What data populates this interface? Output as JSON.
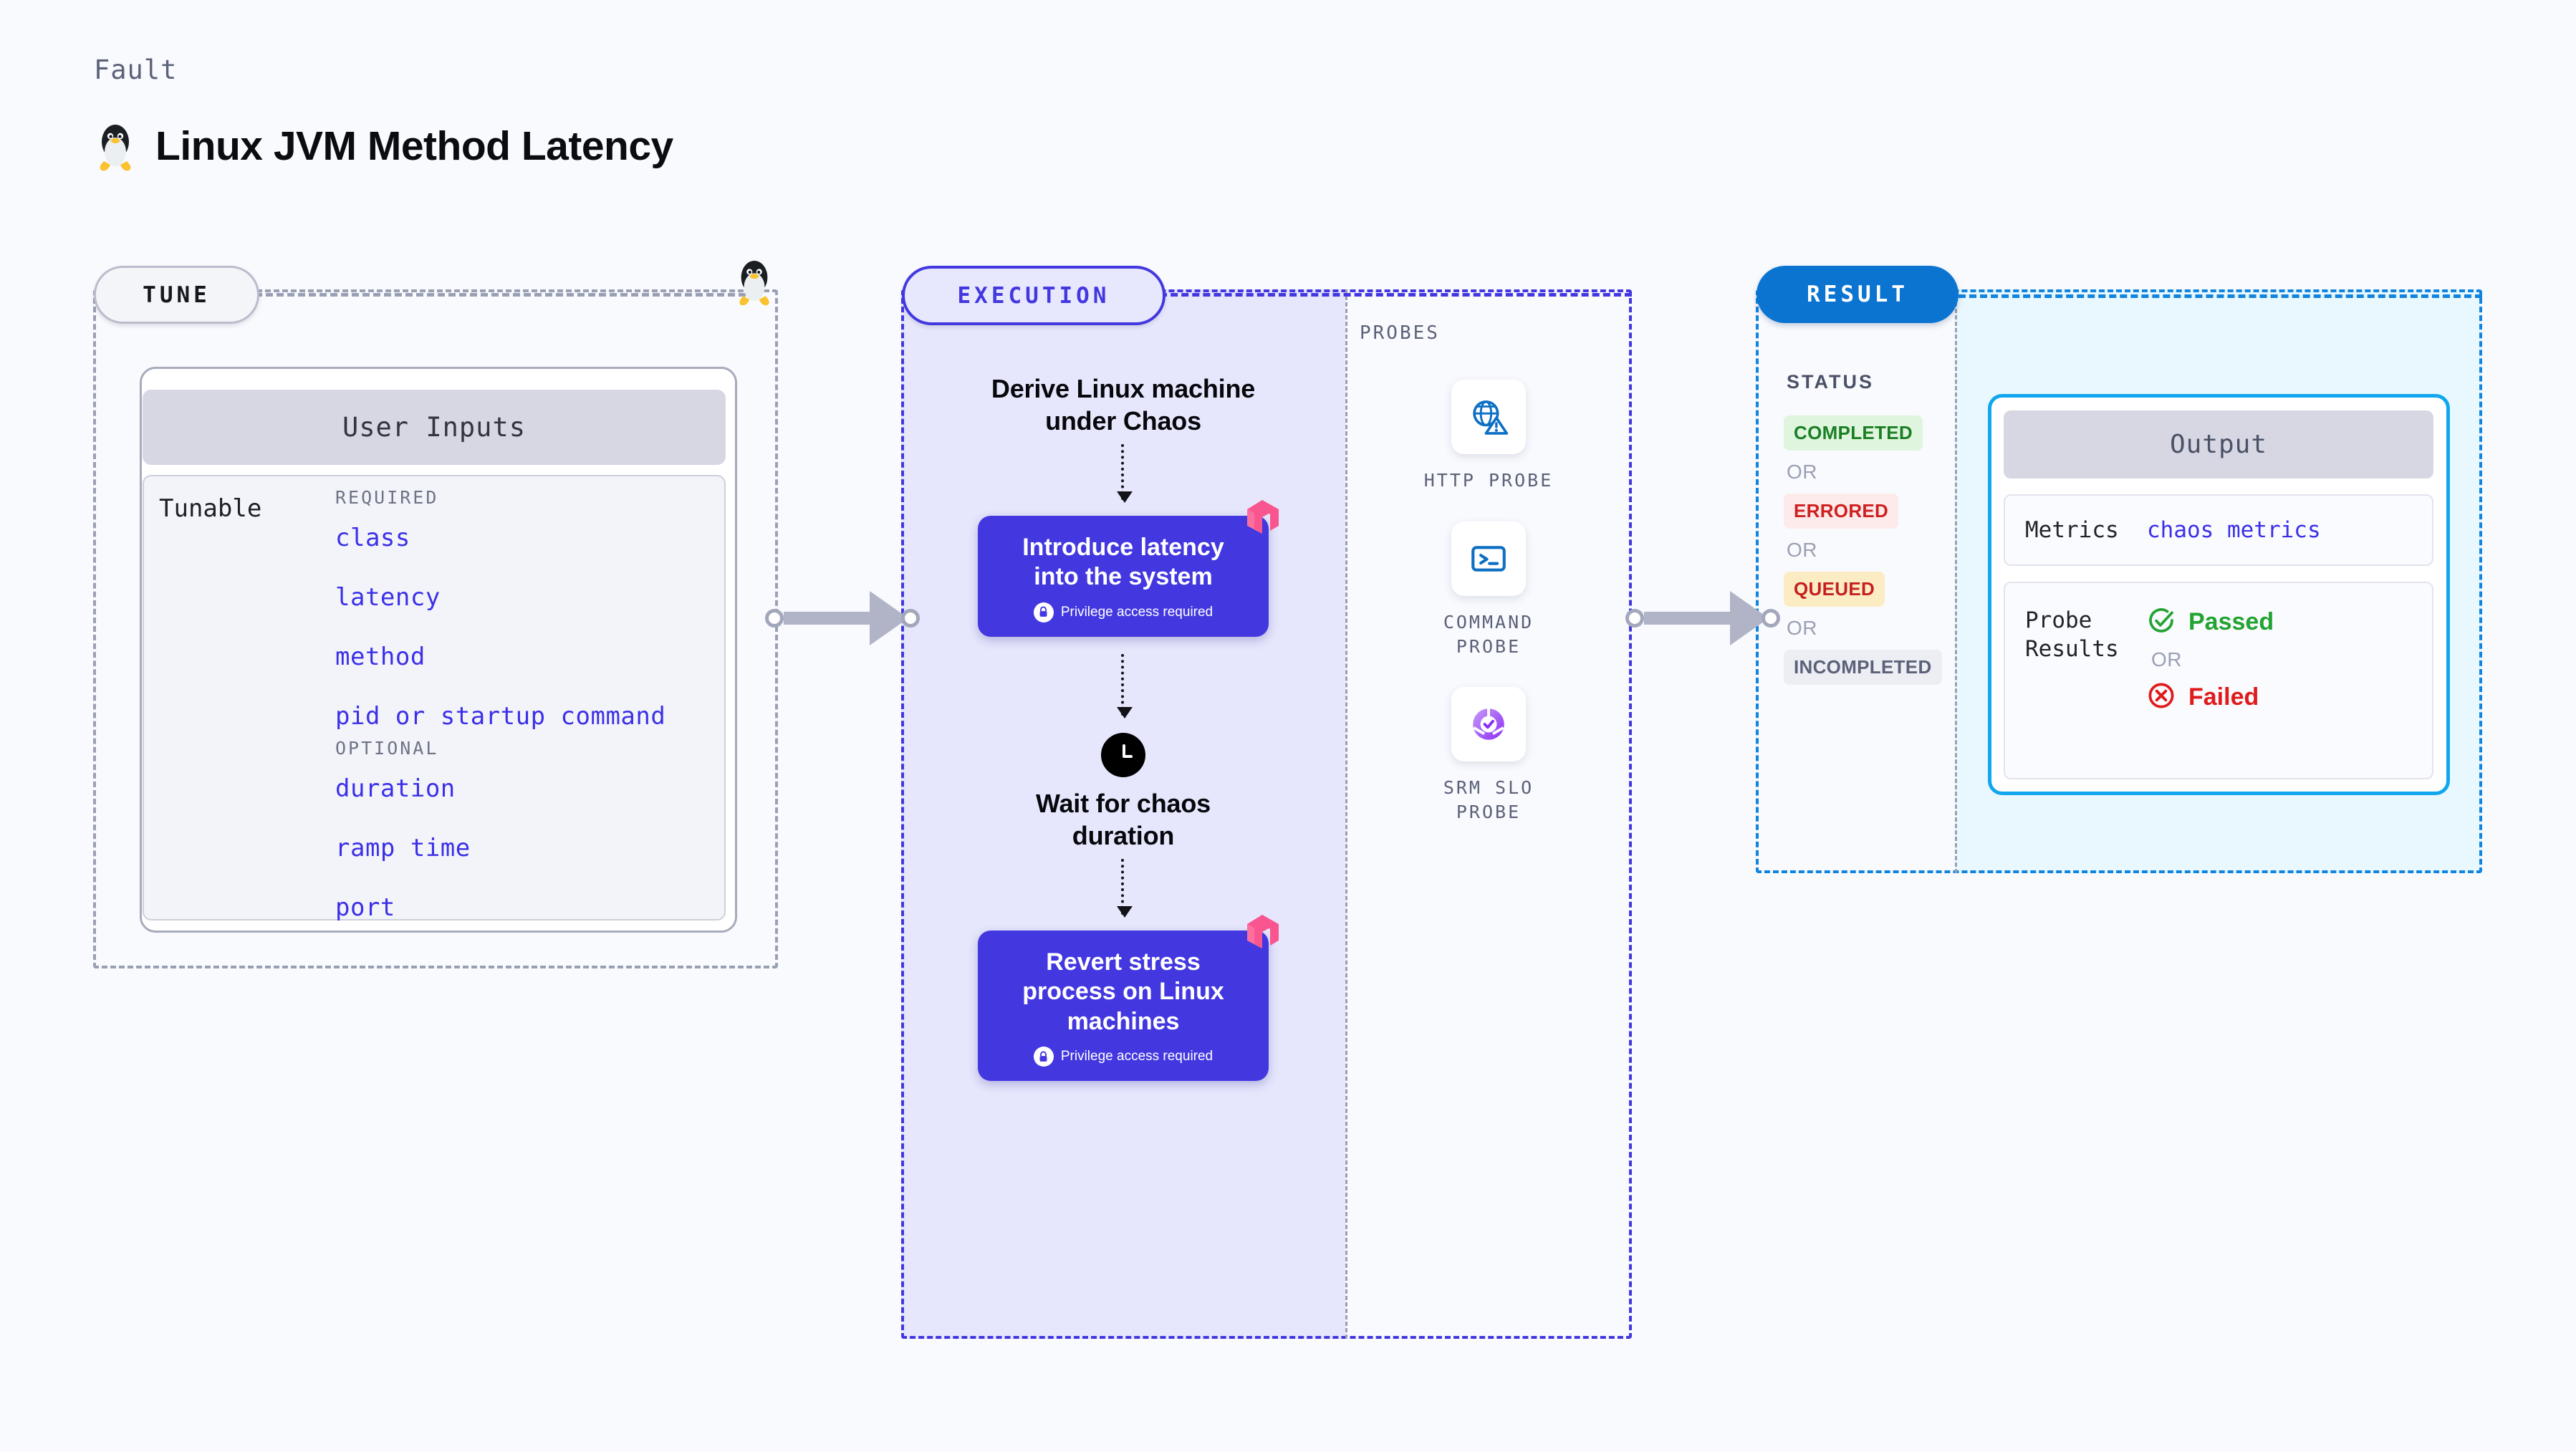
{
  "header": {
    "kicker": "Fault",
    "title": "Linux JVM Method Latency",
    "icon": "linux-penguin-icon"
  },
  "tune": {
    "pill_label": "TUNE",
    "marker_icon": "linux-penguin-icon",
    "card_header": "User Inputs",
    "tunable_label": "Tunable",
    "groups": [
      {
        "heading": "REQUIRED",
        "items": [
          "class",
          "latency",
          "method",
          "pid or startup command"
        ]
      },
      {
        "heading": "OPTIONAL",
        "items": [
          "duration",
          "ramp time",
          "port"
        ]
      }
    ]
  },
  "execution": {
    "pill_label": "EXECUTION",
    "steps": [
      {
        "kind": "plain",
        "label": "Derive Linux machine\nunder Chaos"
      },
      {
        "kind": "block",
        "label": "Introduce latency\ninto the system",
        "privilege_note": "Privilege access required",
        "privilege_icon": "lock-icon",
        "corner_icon": "litmus-chaos-mark"
      },
      {
        "kind": "clock",
        "label": "Wait for chaos\nduration",
        "icon": "clock-icon"
      },
      {
        "kind": "block",
        "label": "Revert stress\nprocess on Linux\nmachines",
        "privilege_note": "Privilege access required",
        "privilege_icon": "lock-icon",
        "corner_icon": "litmus-chaos-mark"
      }
    ]
  },
  "probes": {
    "section_label": "PROBES",
    "items": [
      {
        "label": "HTTP  PROBE",
        "icon": "globe-warning-icon"
      },
      {
        "label": "COMMAND\nPROBE",
        "icon": "terminal-prompt-icon"
      },
      {
        "label": "SRM  SLO\nPROBE",
        "icon": "slo-donut-check-icon"
      }
    ]
  },
  "result": {
    "pill_label": "RESULT",
    "status_label": "STATUS",
    "or_label": "OR",
    "statuses": [
      {
        "label": "COMPLETED",
        "text_color": "#1a7f24",
        "bg_color": "#dff5dd"
      },
      {
        "label": "ERRORED",
        "text_color": "#cf2020",
        "bg_color": "#fdeaea"
      },
      {
        "label": "QUEUED",
        "text_color": "#c52020",
        "bg_color": "#fcecc4"
      },
      {
        "label": "INCOMPLETED",
        "text_color": "#5b6178",
        "bg_color": "#eceef4"
      }
    ],
    "output": {
      "header": "Output",
      "metrics_label": "Metrics",
      "metrics_value": "chaos metrics",
      "probe_results_label": "Probe\nResults",
      "verdicts": [
        {
          "label": "Passed",
          "icon": "check-circle-icon",
          "color": "#22a332"
        },
        {
          "label": "Failed",
          "icon": "x-circle-icon",
          "color": "#e01b1b"
        }
      ],
      "or_label": "OR"
    }
  },
  "colors": {
    "page_bg": "#f9fafe",
    "tune_border": "#9aa0b4",
    "execution_accent": "#4338e0",
    "execution_fill": "#e6e7fc",
    "result_accent": "#1184dd",
    "result_fill": "#e9f8fe",
    "output_border": "#11a7ee",
    "mono_value": "#3b30e8",
    "litmus_pink": "#f9568f"
  }
}
